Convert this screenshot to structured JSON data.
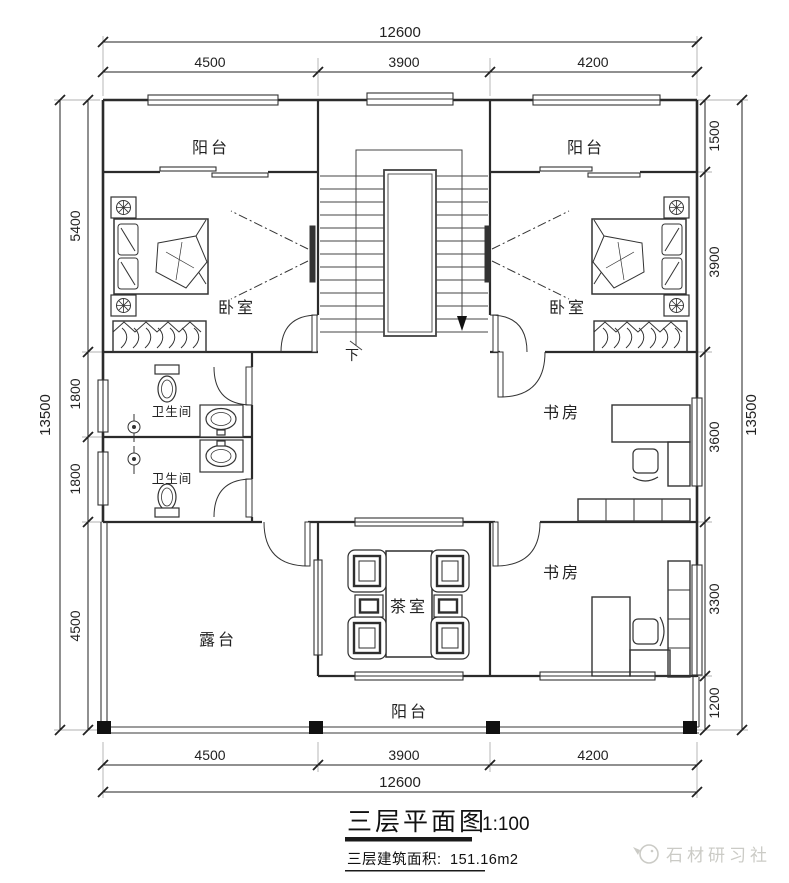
{
  "title_block": {
    "title": "三层平面图",
    "scale": "1:100",
    "area_label": "三层建筑面积:",
    "area_value": "151.16m2"
  },
  "watermark": {
    "text": "石材研习社"
  },
  "rooms": {
    "balcony_top_left": "阳台",
    "balcony_top_right": "阳台",
    "bedroom_left": "卧室",
    "bedroom_right": "卧室",
    "bathroom_upper": "卫生间",
    "bathroom_lower": "卫生间",
    "study_middle": "书房",
    "study_bottom": "书房",
    "tea_room": "茶室",
    "terrace": "露台",
    "balcony_bottom": "阳台"
  },
  "stairs": {
    "down_label": "下"
  },
  "dimensions": {
    "top": {
      "total": "12600",
      "segments": [
        "4500",
        "3900",
        "4200"
      ]
    },
    "bottom": {
      "total": "12600",
      "segments": [
        "4500",
        "3900",
        "4200"
      ]
    },
    "left": {
      "total": "13500",
      "segments": [
        "5400",
        "1800",
        "1800",
        "4500"
      ]
    },
    "right": {
      "total": "13500",
      "segments": [
        "1500",
        "3900",
        "3600",
        "3300",
        "1200"
      ]
    }
  },
  "colors": {
    "wall": "#2b2b2b",
    "thin_line": "#3a3a3a",
    "dim_text": "#222222",
    "watermark": "#cbcbc6"
  }
}
